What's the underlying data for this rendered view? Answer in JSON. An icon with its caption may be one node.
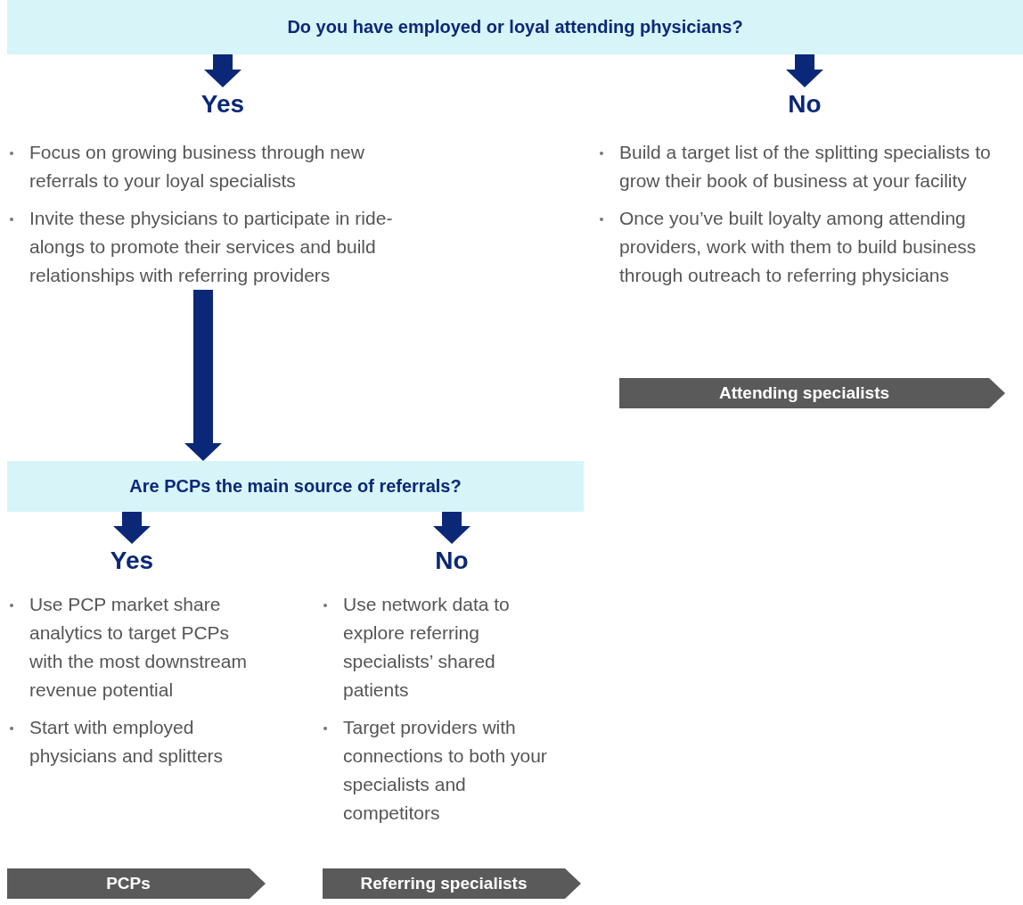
{
  "diagram": {
    "nodes": [
      {
        "text": [
          "Do you have employed or loyal attending physicians?"
        ]
      },
      {
        "text": [
          "Yes"
        ]
      },
      {
        "text": [
          "No"
        ]
      },
      {
        "text": [
          "Focus on growing business through new referrals to your loyal specialists",
          "Invite these physicians to participate in ride-alongs to promote their services and build relationships with referring providers"
        ]
      },
      {
        "text": [
          "Build a target list of the splitting specialists to grow their book of business at your facility",
          "Once you’ve built loyalty among attending providers, work with them to build business through outreach to referring physicians"
        ]
      },
      {
        "text": [
          "Attending specialists"
        ]
      },
      {
        "text": [
          "Are PCPs the main source of referrals?"
        ]
      },
      {
        "text": [
          "Yes"
        ]
      },
      {
        "text": [
          "No"
        ]
      },
      {
        "text": [
          "Use PCP market share analytics to target PCPs with the most downstream revenue potential",
          "Start with employed physicians and splitters"
        ]
      },
      {
        "text": [
          "Use network data to explore referring specialists’ shared patients",
          "Target providers with connections to both your specialists and competitors"
        ]
      },
      {
        "text": [
          "PCPs"
        ]
      },
      {
        "text": [
          "Referring specialists"
        ]
      }
    ],
    "edges": [
      {
        "from": 0,
        "to": 1,
        "arrow": "to"
      },
      {
        "from": 0,
        "to": 2,
        "arrow": "to"
      },
      {
        "from": 3,
        "to": 6,
        "arrow": "to"
      },
      {
        "from": 6,
        "to": 7,
        "arrow": "to"
      },
      {
        "from": 6,
        "to": 8,
        "arrow": "to"
      }
    ]
  }
}
